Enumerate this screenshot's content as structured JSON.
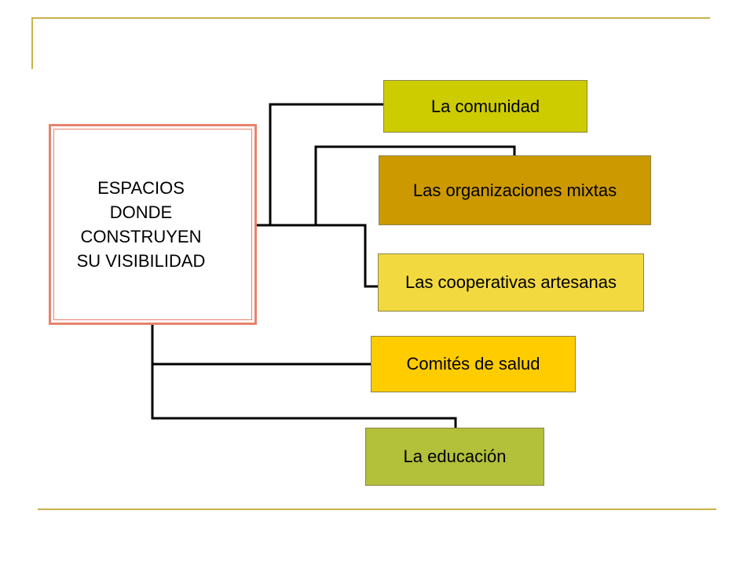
{
  "root": {
    "lines": [
      "ESPACIOS",
      "DONDE",
      "CONSTRUYEN",
      "SU VISIBILIDAD"
    ]
  },
  "nodes": [
    {
      "id": "comunidad",
      "label": "La comunidad",
      "color": "#cccc00"
    },
    {
      "id": "mixtas",
      "label": "Las organizaciones mixtas",
      "color": "#cc9900"
    },
    {
      "id": "cooperativas",
      "label": "Las cooperativas artesanas",
      "color": "#f2d940"
    },
    {
      "id": "salud",
      "label": "Comités de salud",
      "color": "#ffcc00"
    },
    {
      "id": "educacion",
      "label": "La educación",
      "color": "#b2c03a"
    }
  ],
  "colors": {
    "decoration": "#c8b24a",
    "root_border": "#e8826c",
    "connector": "#000000"
  }
}
